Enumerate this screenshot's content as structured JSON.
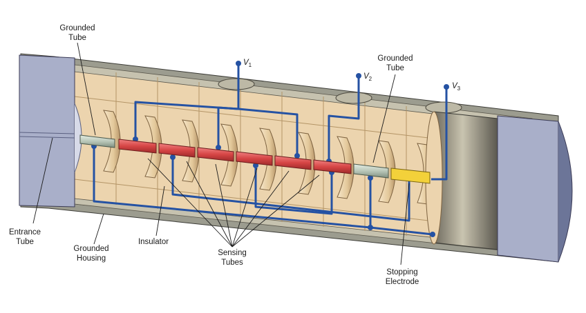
{
  "labels": {
    "grounded_tube_left": [
      "Grounded",
      "Tube"
    ],
    "grounded_tube_right": [
      "Grounded",
      "Tube"
    ],
    "entrance_tube": [
      "Entrance",
      "Tube"
    ],
    "grounded_housing": [
      "Grounded",
      "Housing"
    ],
    "insulator": "Insulator",
    "sensing_tubes": [
      "Sensing",
      "Tubes"
    ],
    "stopping_electrode": [
      "Stopping",
      "Electrode"
    ]
  },
  "voltages": {
    "v1": {
      "letter": "V",
      "sub": "1"
    },
    "v2": {
      "letter": "V",
      "sub": "2"
    },
    "v3": {
      "letter": "V",
      "sub": "3"
    }
  },
  "colors": {
    "housing_gray": "#9c9c8f",
    "end_cap": "#a9afc9",
    "insulator_tan": "#ecd4ae",
    "wire_blue": "#2552a3",
    "sensing_red": "#d64545",
    "grounded_tube": "#b9c7b9",
    "stopping_yellow": "#f3d13a"
  },
  "sensing_tube_count": 6
}
